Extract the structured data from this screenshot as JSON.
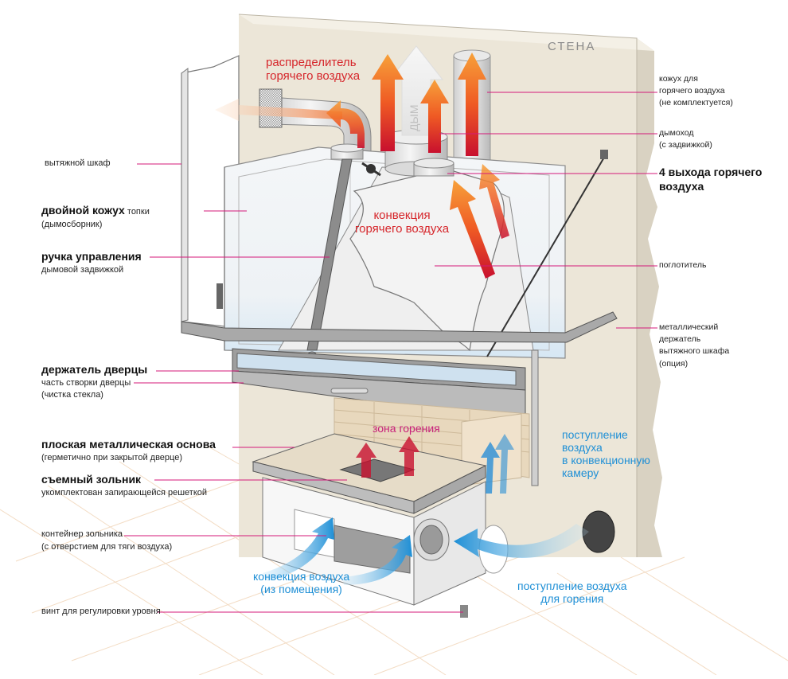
{
  "wall_label": "СТЕНА",
  "smoke_label": "ДЫМ",
  "red_labels": {
    "distributor_line1": "распределитель",
    "distributor_line2": "горячего воздуха",
    "convection_line1": "конвекция",
    "convection_line2": "горячего воздуха",
    "combustion_zone": "зона горения"
  },
  "blue_labels": {
    "convection_intake_line1": "поступление",
    "convection_intake_line2": "воздуха",
    "convection_intake_line3": "в конвекционную",
    "convection_intake_line4": "камеру",
    "room_convection_line1": "конвекция воздуха",
    "room_convection_line2": "(из помещения)",
    "combustion_air_line1": "поступление воздуха",
    "combustion_air_line2": "для горения"
  },
  "left_labels": {
    "exhaust_cabinet": "вытяжной шкаф",
    "double_casing_bold": "двойной кожух",
    "double_casing_rest": " топки",
    "double_casing_sub": "(дымосборник)",
    "control_handle_bold": "ручка управления",
    "control_handle_sub": "дымовой задвижкой",
    "door_holder_bold": "держатель дверцы",
    "door_holder_sub1": "часть створки дверцы",
    "door_holder_sub2": "(чистка стекла)",
    "metal_base_bold": "плоская металлическая основа",
    "metal_base_sub": "(герметично при закрытой дверце)",
    "ashpan_bold": "съемный зольник",
    "ashpan_sub": "укомплектован запирающейся решеткой",
    "ash_container_line1": "контейнер зольника",
    "ash_container_line2": "(с отверстием для тяги воздуха)",
    "level_screw": "винт для регулировки уровня"
  },
  "right_labels": {
    "hot_air_casing_line1": "кожух для",
    "hot_air_casing_line2": "горячего воздуха",
    "hot_air_casing_line3": "(не комплектуется)",
    "chimney_line1": "дымоход",
    "chimney_line2": "(с задвижкой)",
    "outlets_line1": "4 выхода горячего",
    "outlets_line2": "воздуха",
    "absorber": "поглотитель",
    "holder_line1": "металлический",
    "holder_line2": "держатель",
    "holder_line3": "вытяжного шкафа",
    "holder_line4": "(опция)"
  },
  "colors": {
    "wall": "#ece6d8",
    "wall_edge": "#bdb6a6",
    "leader_line": "#d4197a",
    "hot_air": "#e8462b",
    "cold_air": "#2a8fd6",
    "steel": "#8c8c8c",
    "brick": "#e8d8bd",
    "floor_grid": "#f3dcc4"
  }
}
